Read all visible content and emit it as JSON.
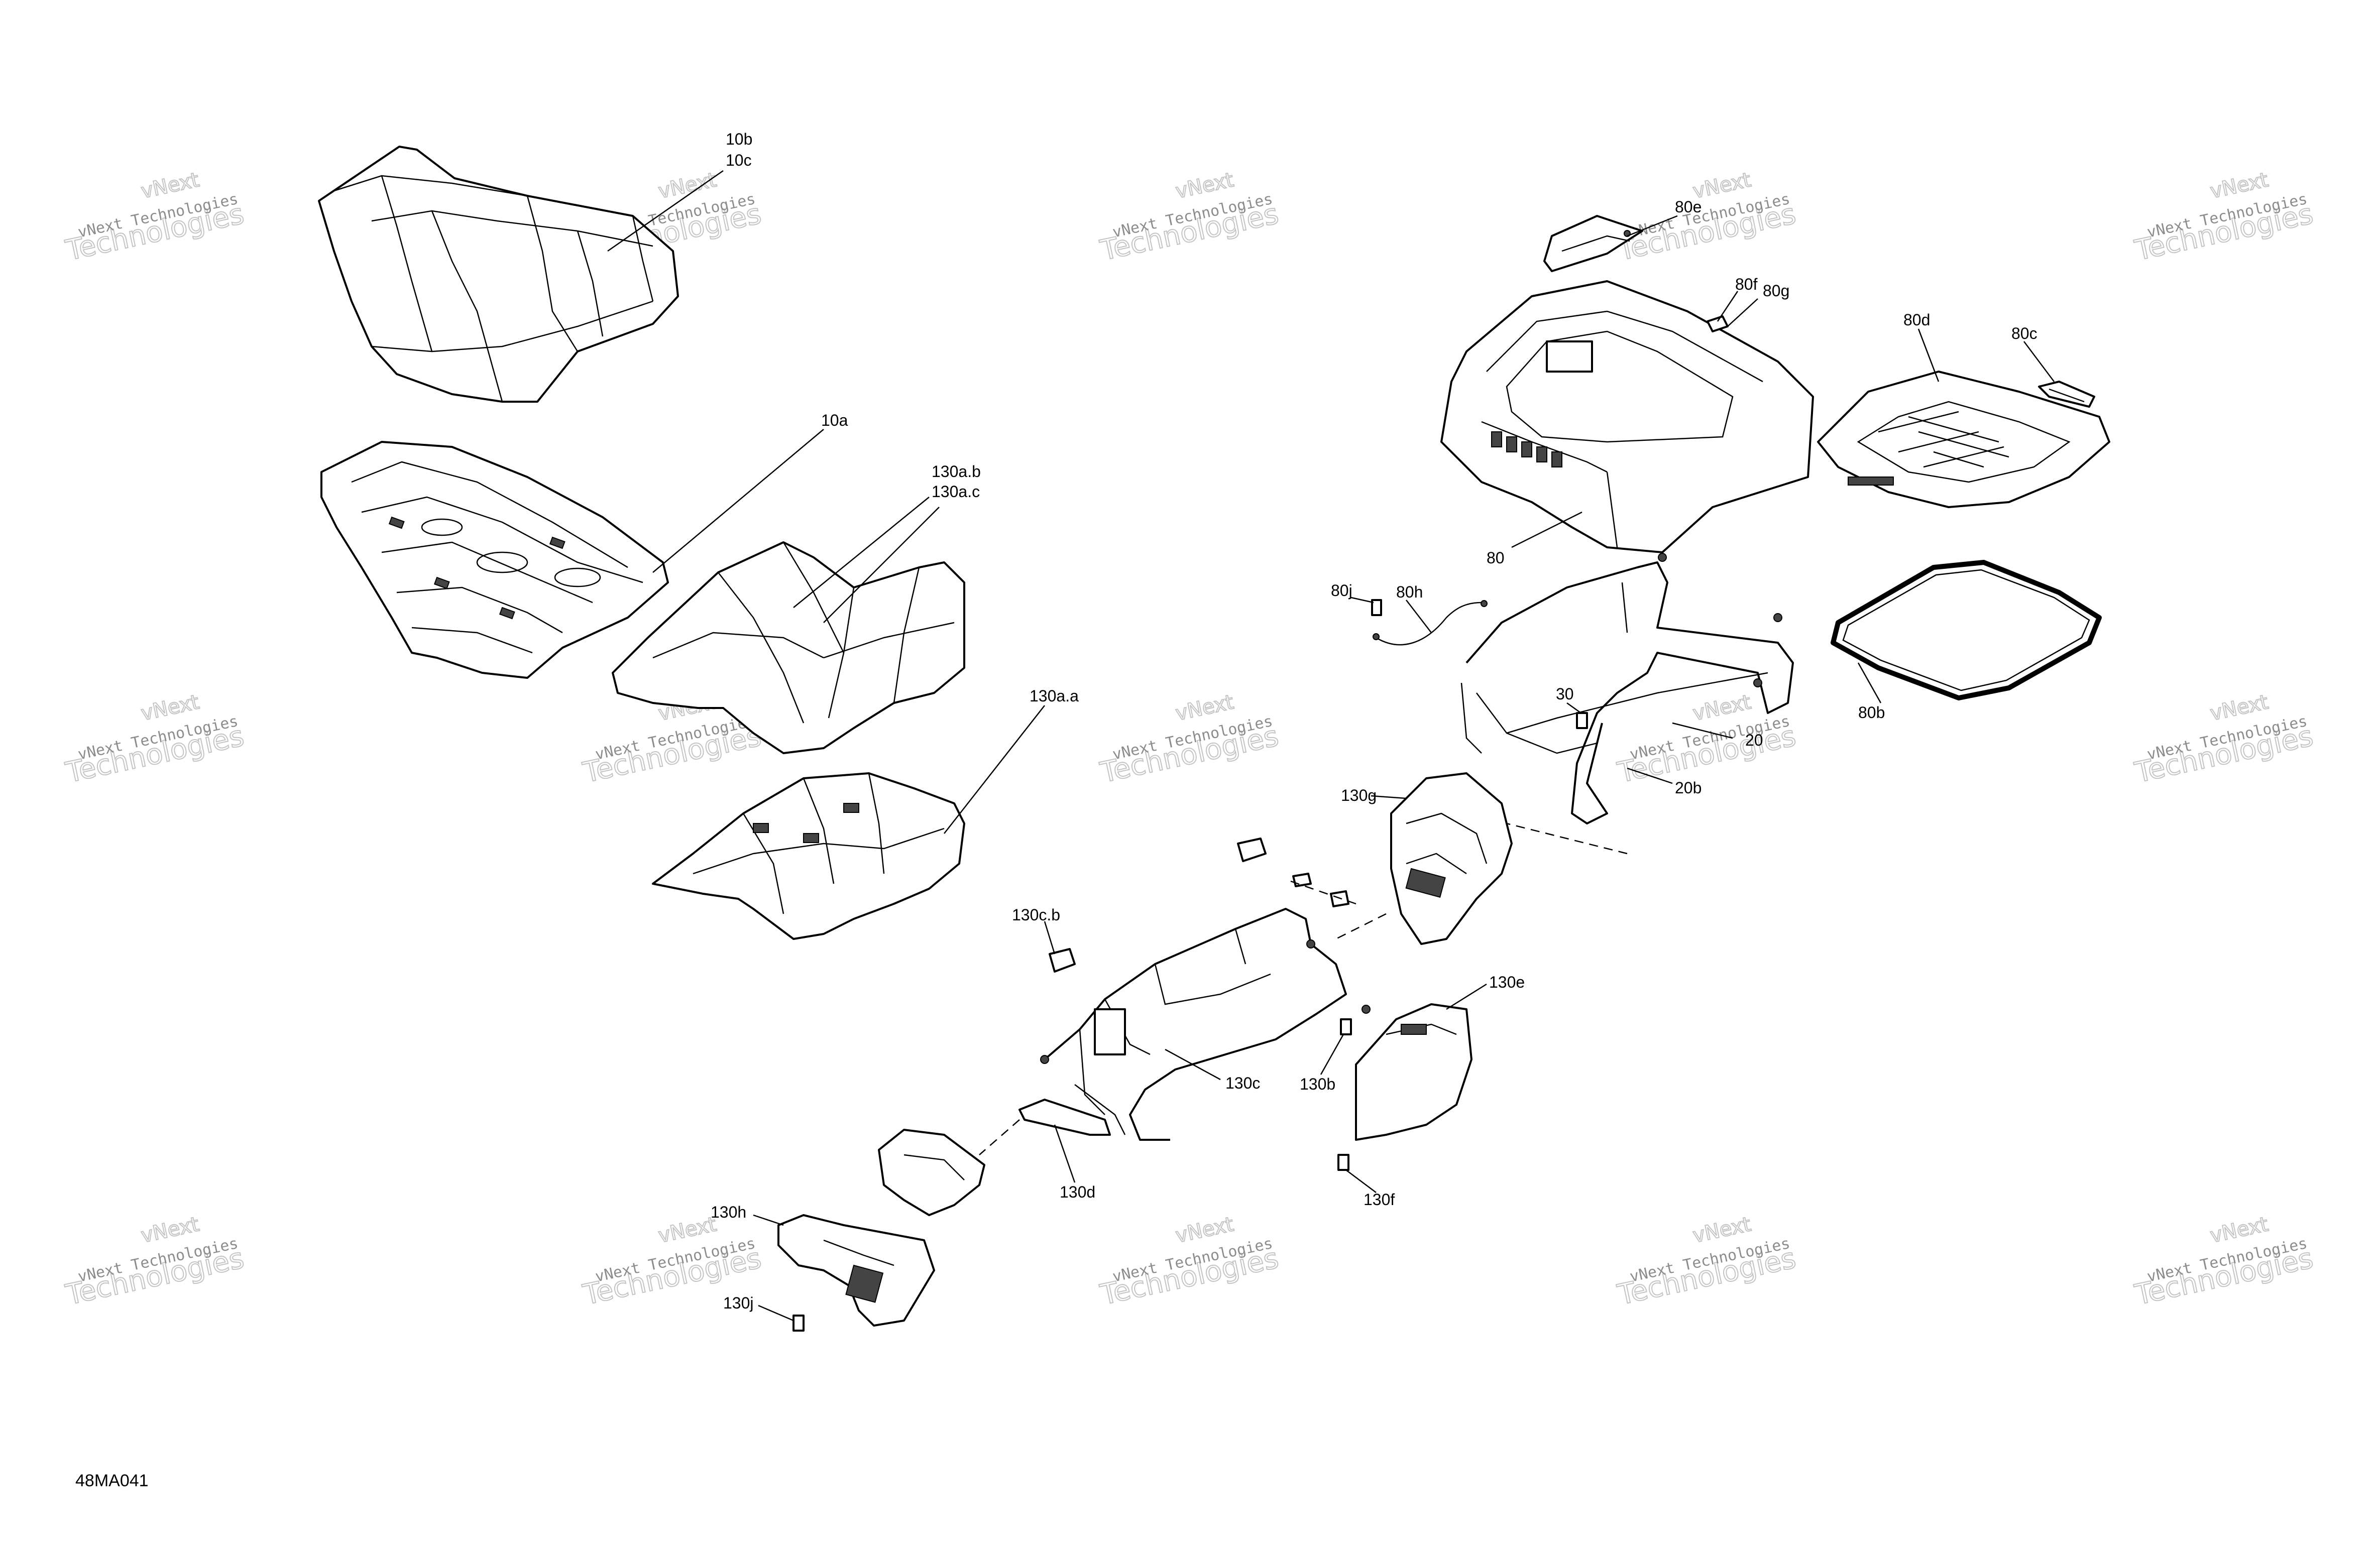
{
  "diagram_code": "48MA041",
  "watermark": {
    "line1": "vNext Technologies",
    "line2": "Technologies",
    "line3": "vNext"
  },
  "callouts": [
    {
      "id": "10b",
      "text": "10b"
    },
    {
      "id": "10c",
      "text": "10c"
    },
    {
      "id": "10a",
      "text": "10a"
    },
    {
      "id": "130ab",
      "text": "130a.b"
    },
    {
      "id": "130ac",
      "text": "130a.c"
    },
    {
      "id": "130aa",
      "text": "130a.a"
    },
    {
      "id": "80e",
      "text": "80e"
    },
    {
      "id": "80f",
      "text": "80f"
    },
    {
      "id": "80g",
      "text": "80g"
    },
    {
      "id": "80d",
      "text": "80d"
    },
    {
      "id": "80c",
      "text": "80c"
    },
    {
      "id": "80",
      "text": "80"
    },
    {
      "id": "80j",
      "text": "80j"
    },
    {
      "id": "80h",
      "text": "80h"
    },
    {
      "id": "80b",
      "text": "80b"
    },
    {
      "id": "30",
      "text": "30"
    },
    {
      "id": "20",
      "text": "20"
    },
    {
      "id": "20b",
      "text": "20b"
    },
    {
      "id": "130g",
      "text": "130g"
    },
    {
      "id": "130cb",
      "text": "130c.b"
    },
    {
      "id": "130e",
      "text": "130e"
    },
    {
      "id": "130c",
      "text": "130c"
    },
    {
      "id": "130b",
      "text": "130b"
    },
    {
      "id": "130d",
      "text": "130d"
    },
    {
      "id": "130f",
      "text": "130f"
    },
    {
      "id": "130h",
      "text": "130h"
    },
    {
      "id": "130j",
      "text": "130j"
    }
  ]
}
